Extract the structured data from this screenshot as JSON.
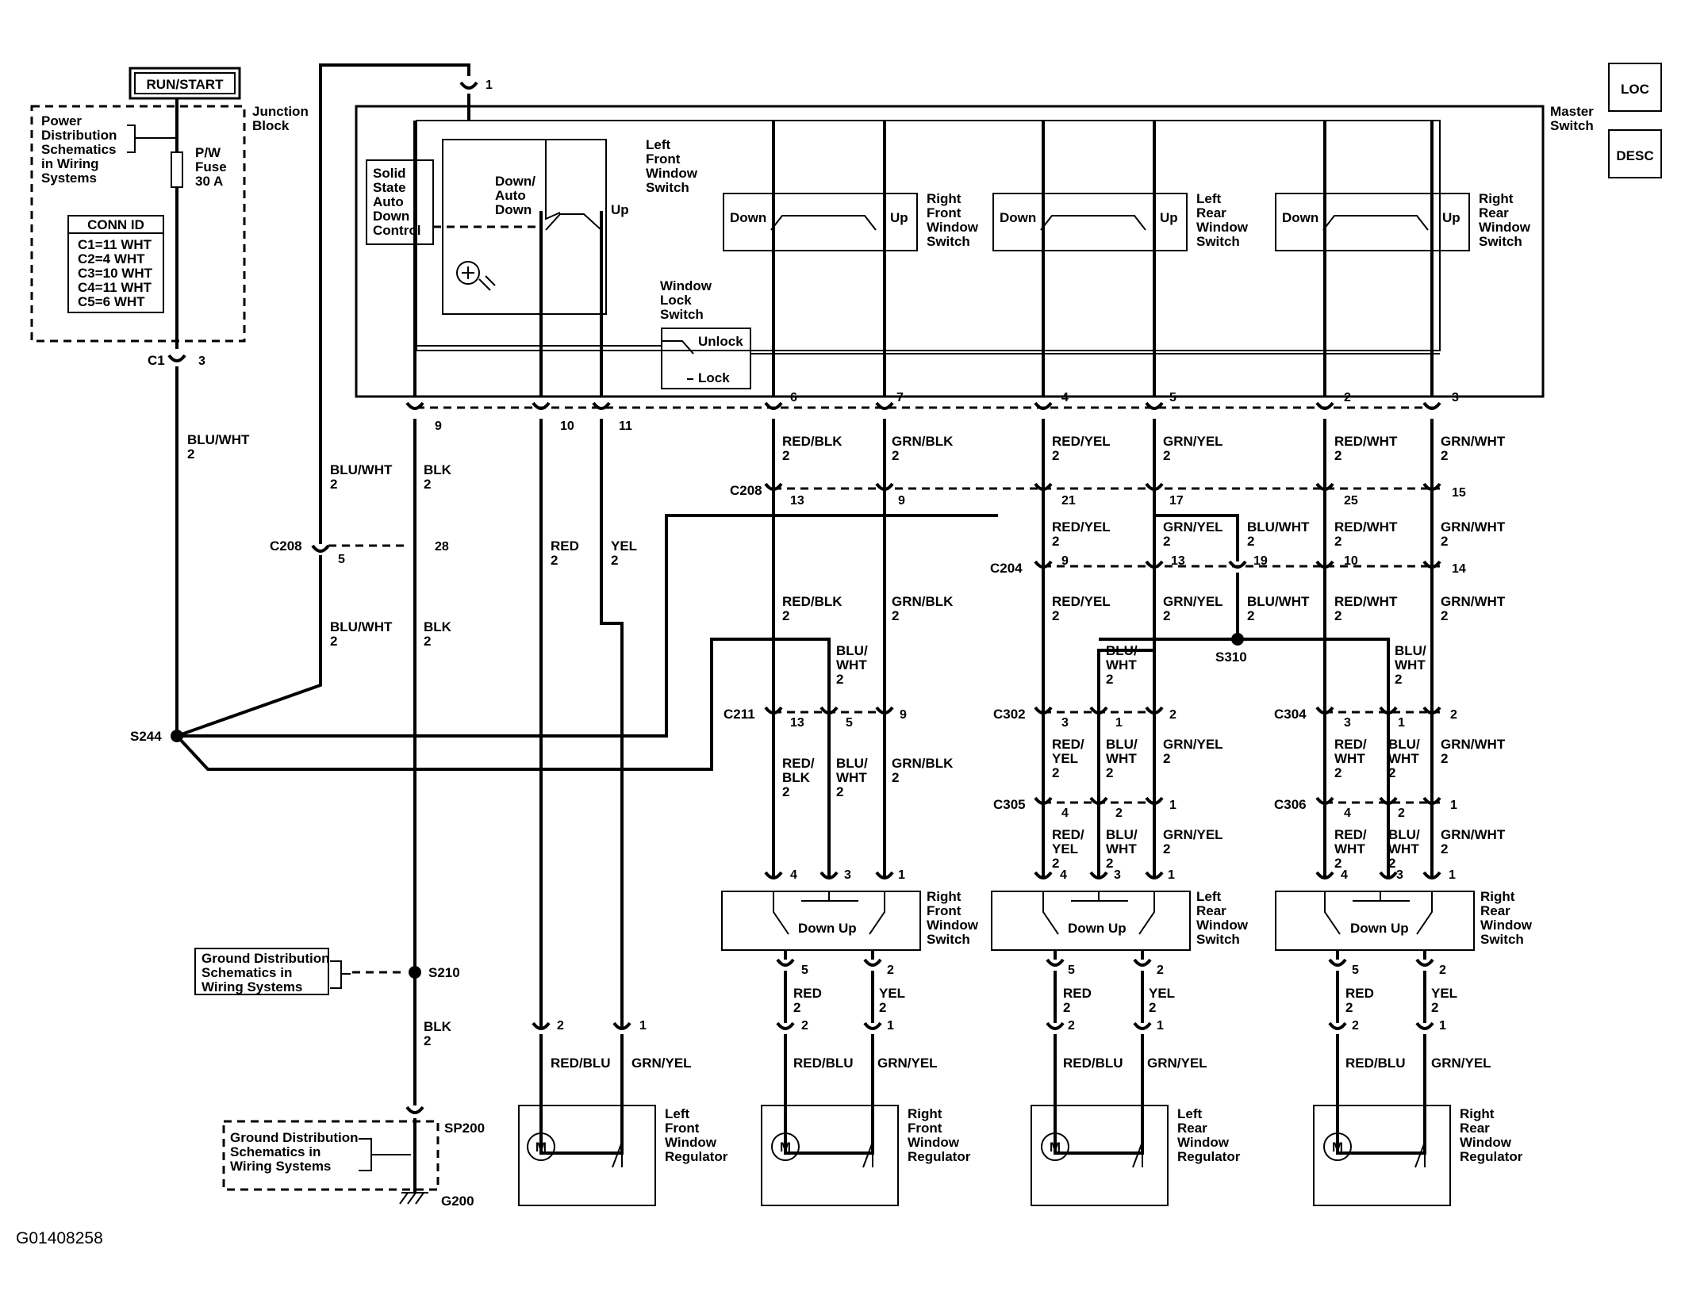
{
  "figure_id": "G01408258",
  "run_start": "RUN/START",
  "junction_block": [
    "Junction",
    "Block"
  ],
  "power_distribution": [
    "Power",
    "Distribution",
    "Schematics",
    "in Wiring",
    "Systems"
  ],
  "pw_fuse": [
    "P/W",
    "Fuse",
    "30 A"
  ],
  "conn_id": {
    "title": "CONN ID",
    "rows": [
      "C1=11 WHT",
      "C2=4 WHT",
      "C3=10 WHT",
      "C4=11 WHT",
      "C5=6 WHT"
    ]
  },
  "master_switch": [
    "Master",
    "Switch"
  ],
  "solid_state": [
    "Solid",
    "State",
    "Auto",
    "Down",
    "Control"
  ],
  "left_front_window_switch": [
    "Left",
    "Front",
    "Window",
    "Switch"
  ],
  "down_auto_down": [
    "Down/",
    "Auto",
    "Down"
  ],
  "window_lock_switch": [
    "Window",
    "Lock",
    "Switch"
  ],
  "unlock": "Unlock",
  "lock": "Lock",
  "up": "Up",
  "down": "Down",
  "down_up": "Down Up",
  "right_front_window_switch": [
    "Right",
    "Front",
    "Window",
    "Switch"
  ],
  "left_rear_window_switch": [
    "Left",
    "Rear",
    "Window",
    "Switch"
  ],
  "right_rear_window_switch": [
    "Right",
    "Rear",
    "Window",
    "Switch"
  ],
  "loc": "LOC",
  "desc": "DESC",
  "connectors": {
    "c1": "C1",
    "c208": "C208",
    "c204": "C204",
    "c211": "C211",
    "c302": "C302",
    "c304": "C304",
    "c305": "C305",
    "c306": "C306"
  },
  "splices": {
    "s244": "S244",
    "s210": "S210",
    "s310": "S310",
    "sp200": "SP200",
    "g200": "G200"
  },
  "ground_distribution": [
    "Ground Distribution",
    "Schematics in",
    "Wiring Systems"
  ],
  "motor": "M",
  "regulators": {
    "lf": [
      "Left",
      "Front",
      "Window",
      "Regulator"
    ],
    "rf": [
      "Right",
      "Front",
      "Window",
      "Regulator"
    ],
    "lr": [
      "Left",
      "Rear",
      "Window",
      "Regulator"
    ],
    "rr": [
      "Right",
      "Rear",
      "Window",
      "Regulator"
    ]
  },
  "wires": {
    "blu_wht": "BLU/WHT",
    "blk": "BLK",
    "red": "RED",
    "yel": "YEL",
    "red_blk": "RED/BLK",
    "grn_blk": "GRN/BLK",
    "red_yel": "RED/YEL",
    "grn_yel": "GRN/YEL",
    "red_wht": "RED/WHT",
    "grn_wht": "GRN/WHT",
    "red_blu": "RED/BLU",
    "blu_slash": "BLU/",
    "wht": "WHT",
    "red_slash": "RED/",
    "blk_only": "BLK",
    "yel_only": "YEL",
    "gauge": "2"
  },
  "pins": {
    "p1": "1",
    "p2": "2",
    "p3": "3",
    "p4": "4",
    "p5": "5",
    "p6": "6",
    "p7": "7",
    "p9": "9",
    "p10": "10",
    "p11": "11",
    "p13": "13",
    "p14": "14",
    "p15": "15",
    "p17": "17",
    "p19": "19",
    "p21": "21",
    "p25": "25",
    "p28": "28"
  }
}
